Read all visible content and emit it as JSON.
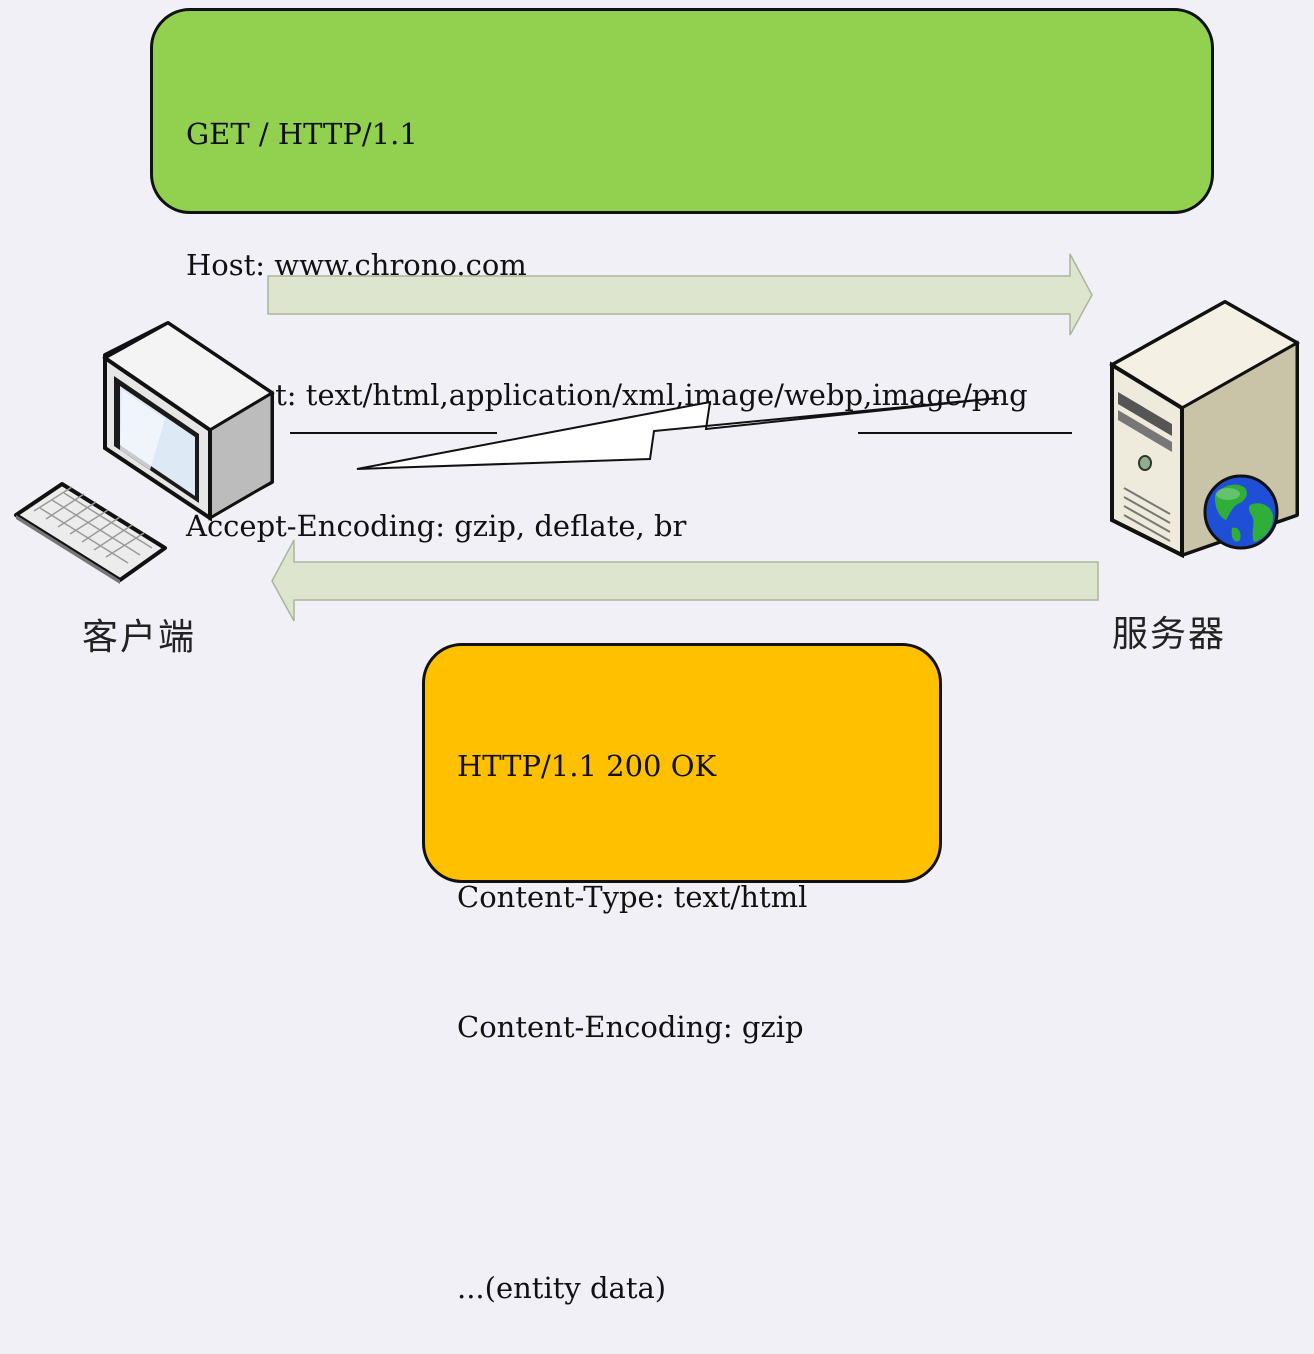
{
  "request": {
    "lines": [
      "GET / HTTP/1.1",
      "Host: www.chrono.com",
      "Accept: text/html,application/xml,image/webp,image/png",
      "Accept-Encoding: gzip, deflate, br"
    ]
  },
  "response": {
    "lines": [
      "HTTP/1.1 200 OK",
      "Content-Type: text/html",
      "Content-Encoding: gzip",
      "",
      "...(entity data)"
    ]
  },
  "client": {
    "label": "客户端",
    "icon": "computer-icon"
  },
  "server": {
    "label": "服务器",
    "icon": "server-icon"
  },
  "colors": {
    "request_box": "#92d050",
    "response_box": "#ffc000",
    "arrow_fill": "#dde5cf",
    "background": "#f0f0f6"
  }
}
